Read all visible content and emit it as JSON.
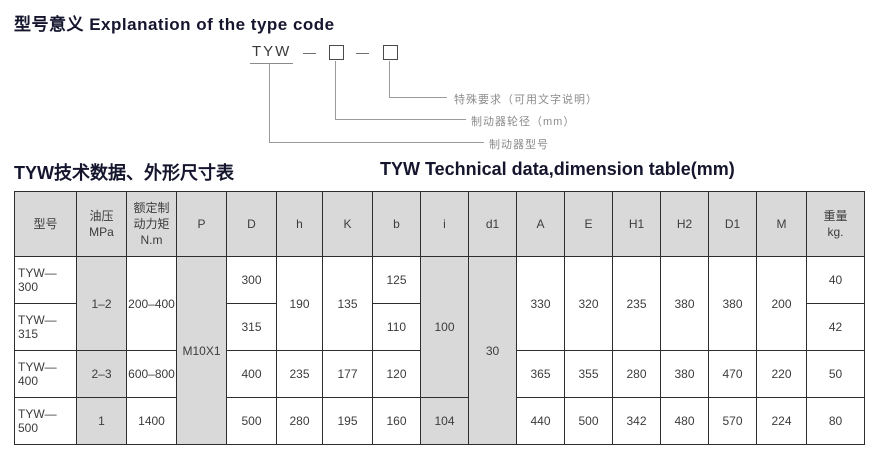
{
  "page": {
    "title": "型号意义 Explanation of the type code"
  },
  "diagram": {
    "code": "TYW",
    "dash1": "—",
    "dash2": "—",
    "labels": {
      "special": "特殊要求（可用文字说明）",
      "wheel": "制动器轮径（mm）",
      "model": "制动器型号"
    }
  },
  "section": {
    "title_cn": "TYW技术数据、外形尺寸表",
    "title_en": "TYW Technical data,dimension table(mm)"
  },
  "table": {
    "headers": {
      "model": "型号",
      "oil_pressure": "油压\nMPa",
      "torque": "额定制\n动力矩\nN.m",
      "P": "P",
      "D": "D",
      "h": "h",
      "K": "K",
      "b": "b",
      "i": "i",
      "d1": "d1",
      "A": "A",
      "E": "E",
      "H1": "H1",
      "H2": "H2",
      "D1": "D1",
      "M": "M",
      "weight": "重量\nkg."
    },
    "rows": [
      {
        "model": "TYW—300",
        "oil_pressure": "1–2",
        "torque": "200–400",
        "P": "M10X1",
        "D": "300",
        "h": "190",
        "K": "135",
        "b": "125",
        "i": "100",
        "d1": "30",
        "A": "330",
        "E": "320",
        "H1": "235",
        "H2": "380",
        "D1": "380",
        "M": "200",
        "weight": "40"
      },
      {
        "model": "TYW—315",
        "D": "315",
        "b": "110",
        "weight": "42"
      },
      {
        "model": "TYW—400",
        "oil_pressure": "2–3",
        "torque": "600–800",
        "D": "400",
        "h": "235",
        "K": "177",
        "b": "120",
        "A": "365",
        "E": "355",
        "H1": "280",
        "H2": "380",
        "D1": "470",
        "M": "220",
        "weight": "50"
      },
      {
        "model": "TYW—500",
        "oil_pressure": "1",
        "torque": "1400",
        "D": "500",
        "h": "280",
        "K": "195",
        "b": "160",
        "i": "104",
        "A": "440",
        "E": "500",
        "H1": "342",
        "H2": "480",
        "D1": "570",
        "M": "224",
        "weight": "80"
      }
    ]
  }
}
